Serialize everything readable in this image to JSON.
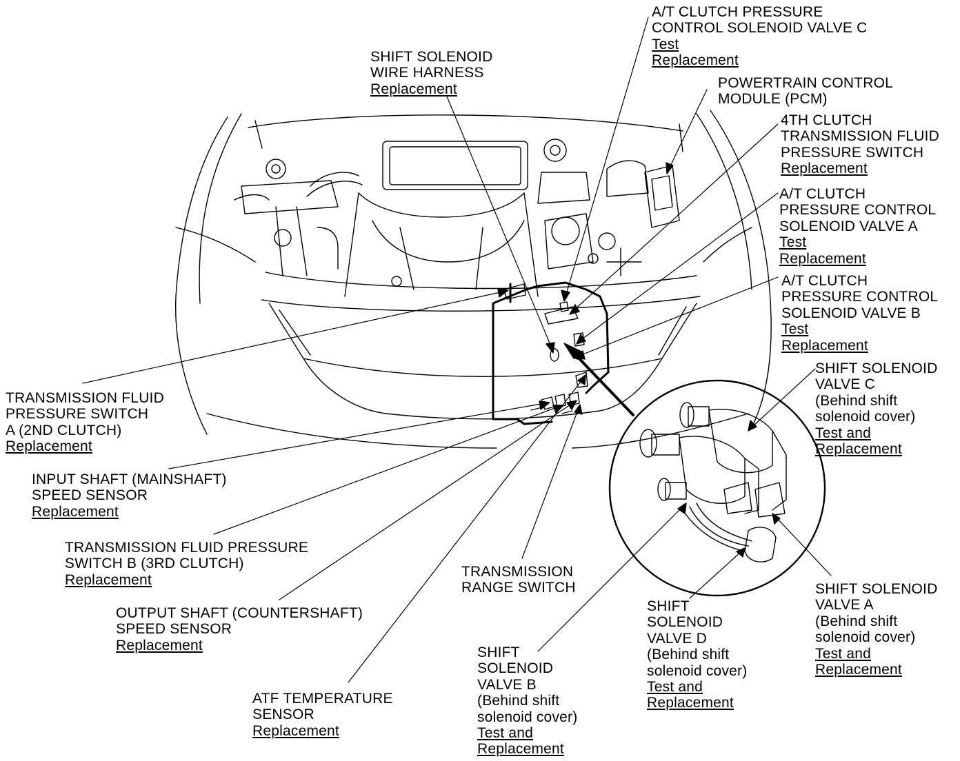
{
  "labels": {
    "clutch_c": {
      "lines": [
        "A/T CLUTCH PRESSURE",
        "CONTROL SOLENOID VALVE C"
      ],
      "links": [
        "Test",
        "Replacement"
      ]
    },
    "harness": {
      "lines": [
        "SHIFT SOLENOID",
        "WIRE HARNESS"
      ],
      "links": [
        "Replacement"
      ]
    },
    "pcm": {
      "lines": [
        "POWERTRAIN CONTROL",
        "MODULE (PCM)"
      ],
      "links": []
    },
    "clutch4": {
      "lines": [
        "4TH CLUTCH",
        "TRANSMISSION FLUID",
        "PRESSURE SWITCH"
      ],
      "links": [
        "Replacement"
      ]
    },
    "clutch_a": {
      "lines": [
        "A/T CLUTCH",
        "PRESSURE CONTROL",
        "SOLENOID VALVE A"
      ],
      "links": [
        "Test",
        "Replacement"
      ]
    },
    "clutch_b": {
      "lines": [
        "A/T CLUTCH",
        "PRESSURE CONTROL",
        "SOLENOID VALVE B"
      ],
      "links": [
        "Test",
        "Replacement"
      ]
    },
    "shift_c": {
      "lines": [
        "SHIFT SOLENOID",
        "VALVE C",
        "(Behind shift",
        "solenoid cover)"
      ],
      "links": [
        "Test and",
        "Replacement"
      ]
    },
    "tfps_a": {
      "lines": [
        "TRANSMISSION FLUID",
        "PRESSURE SWITCH",
        "A (2ND CLUTCH)"
      ],
      "links": [
        "Replacement"
      ]
    },
    "input": {
      "lines": [
        "INPUT SHAFT (MAINSHAFT)",
        "SPEED SENSOR"
      ],
      "links": [
        "Replacement"
      ]
    },
    "tfps_b": {
      "lines": [
        "TRANSMISSION FLUID PRESSURE",
        "SWITCH B (3RD CLUTCH)"
      ],
      "links": [
        "Replacement"
      ]
    },
    "range": {
      "lines": [
        "TRANSMISSION",
        "RANGE SWITCH"
      ],
      "links": []
    },
    "output": {
      "lines": [
        "OUTPUT SHAFT (COUNTERSHAFT)",
        "SPEED SENSOR"
      ],
      "links": [
        "Replacement"
      ]
    },
    "shift_a": {
      "lines": [
        "SHIFT SOLENOID",
        "VALVE A",
        "(Behind shift",
        "solenoid cover)"
      ],
      "links": [
        "Test and",
        "Replacement"
      ]
    },
    "shift_d": {
      "lines": [
        "SHIFT",
        "SOLENOID",
        "VALVE D",
        "(Behind shift",
        "solenoid cover)"
      ],
      "links": [
        "Test and",
        "Replacement"
      ]
    },
    "atf": {
      "lines": [
        "ATF TEMPERATURE",
        "SENSOR"
      ],
      "links": [
        "Replacement"
      ]
    },
    "shift_b": {
      "lines": [
        "SHIFT",
        "SOLENOID",
        "VALVE B",
        "(Behind shift",
        "solenoid cover)"
      ],
      "links": [
        "Test and",
        "Replacement"
      ]
    }
  }
}
